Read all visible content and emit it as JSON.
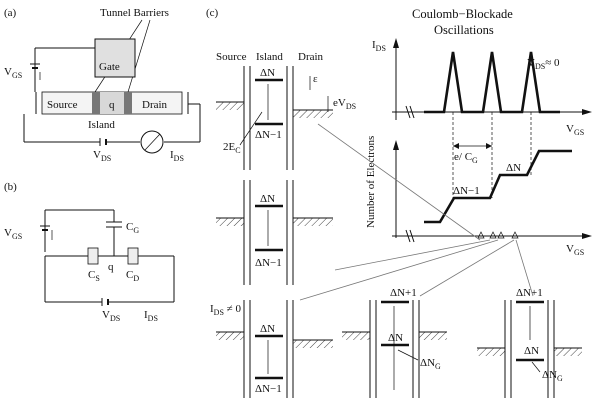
{
  "panel_labels": {
    "a": "(a)",
    "b": "(b)",
    "c": "(c)"
  },
  "panel_a": {
    "tunnel_barriers": "Tunnel Barriers",
    "gate": "Gate",
    "source": "Source",
    "island_charge": "q",
    "drain": "Drain",
    "island": "Island",
    "vgs": "V",
    "vgs_sub": "GS",
    "vds": "V",
    "vds_sub": "DS",
    "ids": "I",
    "ids_sub": "DS"
  },
  "panel_b": {
    "vgs": "V",
    "vgs_sub": "GS",
    "cg": "C",
    "cg_sub": "G",
    "q": "q",
    "cs": "C",
    "cs_sub": "S",
    "cd": "C",
    "cd_sub": "D",
    "vds": "V",
    "vds_sub": "DS",
    "ids": "I",
    "ids_sub": "DS"
  },
  "panel_c": {
    "title_line1": "Coulomb−Blockade",
    "title_line2": "Oscillations",
    "col_source": "Source",
    "col_island": "Island",
    "col_drain": "Drain",
    "epsilon": "ε",
    "evds": "eV",
    "evds_sub": "DS",
    "two_ec": "2E",
    "two_ec_sub": "C",
    "dn": "ΔN",
    "dn_minus1": "ΔN−1",
    "dn_plus1": "ΔN+1",
    "dng": "ΔN",
    "dng_sub": "G",
    "ids_nonzero": "I",
    "ids_nonzero_sub": "DS",
    "ids_nonzero_rel": " ≠ 0",
    "plot1_ylabel": "I",
    "plot1_ylabel_sub": "DS",
    "plot1_xlabel": "V",
    "plot1_xlabel_sub": "GS",
    "vds_cond": "V",
    "vds_cond_sub": "DS",
    "vds_cond_rel": "≈ 0",
    "plot2_ylabel": "Number of Electrons",
    "plot2_xlabel": "V",
    "plot2_xlabel_sub": "GS",
    "period": "e/ C",
    "period_sub": "G",
    "step_label_1": "ΔN−1",
    "step_label_2": "ΔN"
  }
}
